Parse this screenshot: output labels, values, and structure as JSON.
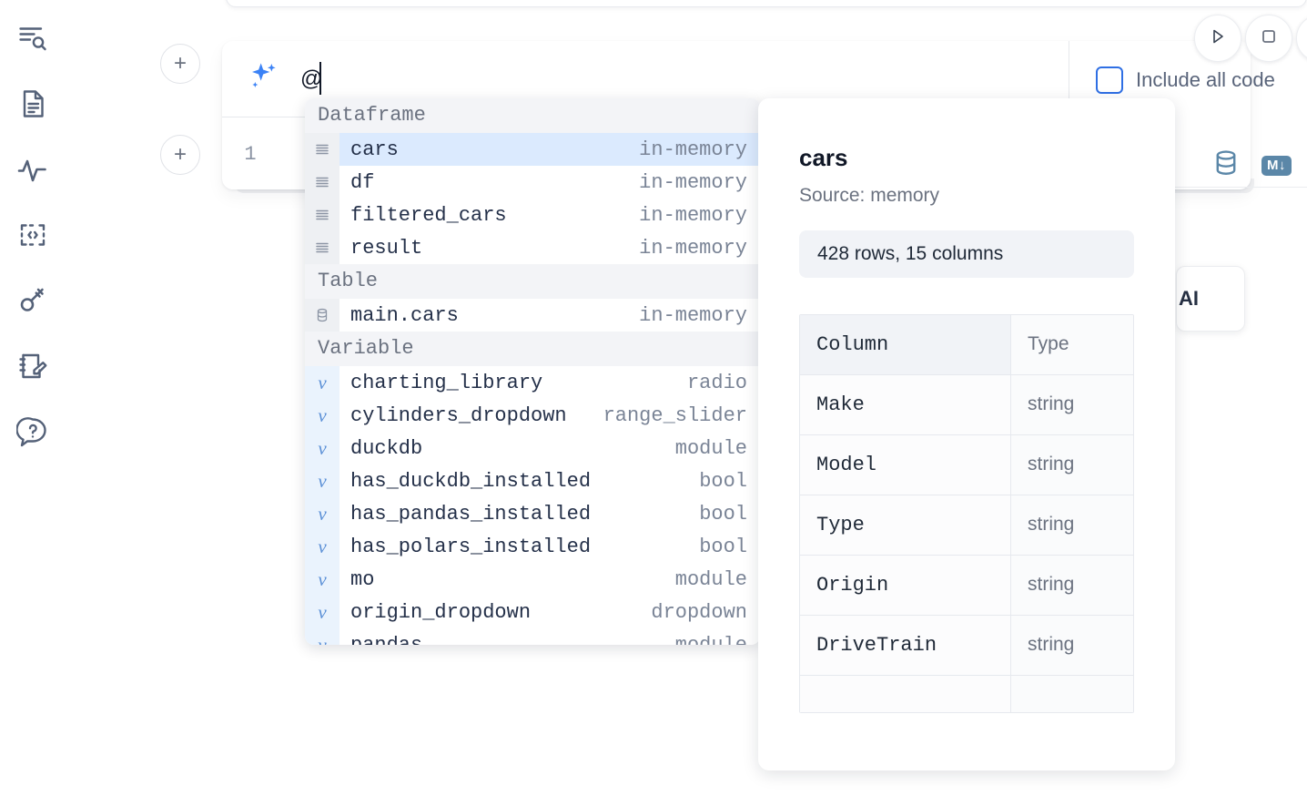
{
  "rail": {
    "items": [
      {
        "name": "explore-icon",
        "label": "Explore"
      },
      {
        "name": "notebook-icon",
        "label": "Notebook"
      },
      {
        "name": "activity-icon",
        "label": "Activity"
      },
      {
        "name": "snippets-icon",
        "label": "Snippets"
      },
      {
        "name": "secrets-icon",
        "label": "Secrets"
      },
      {
        "name": "scratchpad-icon",
        "label": "Scratchpad"
      },
      {
        "name": "help-icon",
        "label": "Help"
      }
    ]
  },
  "cells": {
    "add_label": "+",
    "line_number": "1",
    "prompt_value": "@",
    "prompt_placeholder": "",
    "sparkle_icon": "ai-sparkle-icon"
  },
  "toolbar": {
    "run_icon": "play-icon",
    "stop_icon": "stop-icon",
    "include_all_code_label": "Include all code",
    "include_all_code_checked": false,
    "database_icon": "database-icon",
    "markdown_icon": "markdown-icon",
    "markdown_label": "M↓"
  },
  "ai_pill": {
    "label": "AI"
  },
  "autocomplete": {
    "groups": [
      {
        "header": "Dataframe",
        "icon": "dataframe-icon",
        "kind_class": "df",
        "items": [
          {
            "name": "cars",
            "kind": "in-memory",
            "selected": true
          },
          {
            "name": "df",
            "kind": "in-memory",
            "selected": false
          },
          {
            "name": "filtered_cars",
            "kind": "in-memory",
            "selected": false
          },
          {
            "name": "result",
            "kind": "in-memory",
            "selected": false
          }
        ]
      },
      {
        "header": "Table",
        "icon": "table-icon",
        "kind_class": "tbl",
        "items": [
          {
            "name": "main.cars",
            "kind": "in-memory",
            "selected": false
          }
        ]
      },
      {
        "header": "Variable",
        "icon": "variable-icon",
        "kind_class": "var",
        "items": [
          {
            "name": "charting_library",
            "kind": "radio",
            "selected": false
          },
          {
            "name": "cylinders_dropdown",
            "kind": "range_slider",
            "selected": false
          },
          {
            "name": "duckdb",
            "kind": "module",
            "selected": false
          },
          {
            "name": "has_duckdb_installed",
            "kind": "bool",
            "selected": false
          },
          {
            "name": "has_pandas_installed",
            "kind": "bool",
            "selected": false
          },
          {
            "name": "has_polars_installed",
            "kind": "bool",
            "selected": false
          },
          {
            "name": "mo",
            "kind": "module",
            "selected": false
          },
          {
            "name": "origin_dropdown",
            "kind": "dropdown",
            "selected": false
          },
          {
            "name": "pandas",
            "kind": "module",
            "selected": false
          }
        ]
      }
    ]
  },
  "detail": {
    "title": "cars",
    "source": "Source: memory",
    "shape": "428 rows, 15 columns",
    "columns_header": "Column",
    "type_header": "Type",
    "rows": [
      {
        "column": "Make",
        "type": "string"
      },
      {
        "column": "Model",
        "type": "string"
      },
      {
        "column": "Type",
        "type": "string"
      },
      {
        "column": "Origin",
        "type": "string"
      },
      {
        "column": "DriveTrain",
        "type": "string"
      },
      {
        "column": "",
        "type": ""
      }
    ]
  },
  "colors": {
    "accent_blue": "#2f6fe4",
    "selected_row": "#dbeafe",
    "section_bg": "#f3f4f7",
    "icon_blue": "#5b87a8"
  }
}
